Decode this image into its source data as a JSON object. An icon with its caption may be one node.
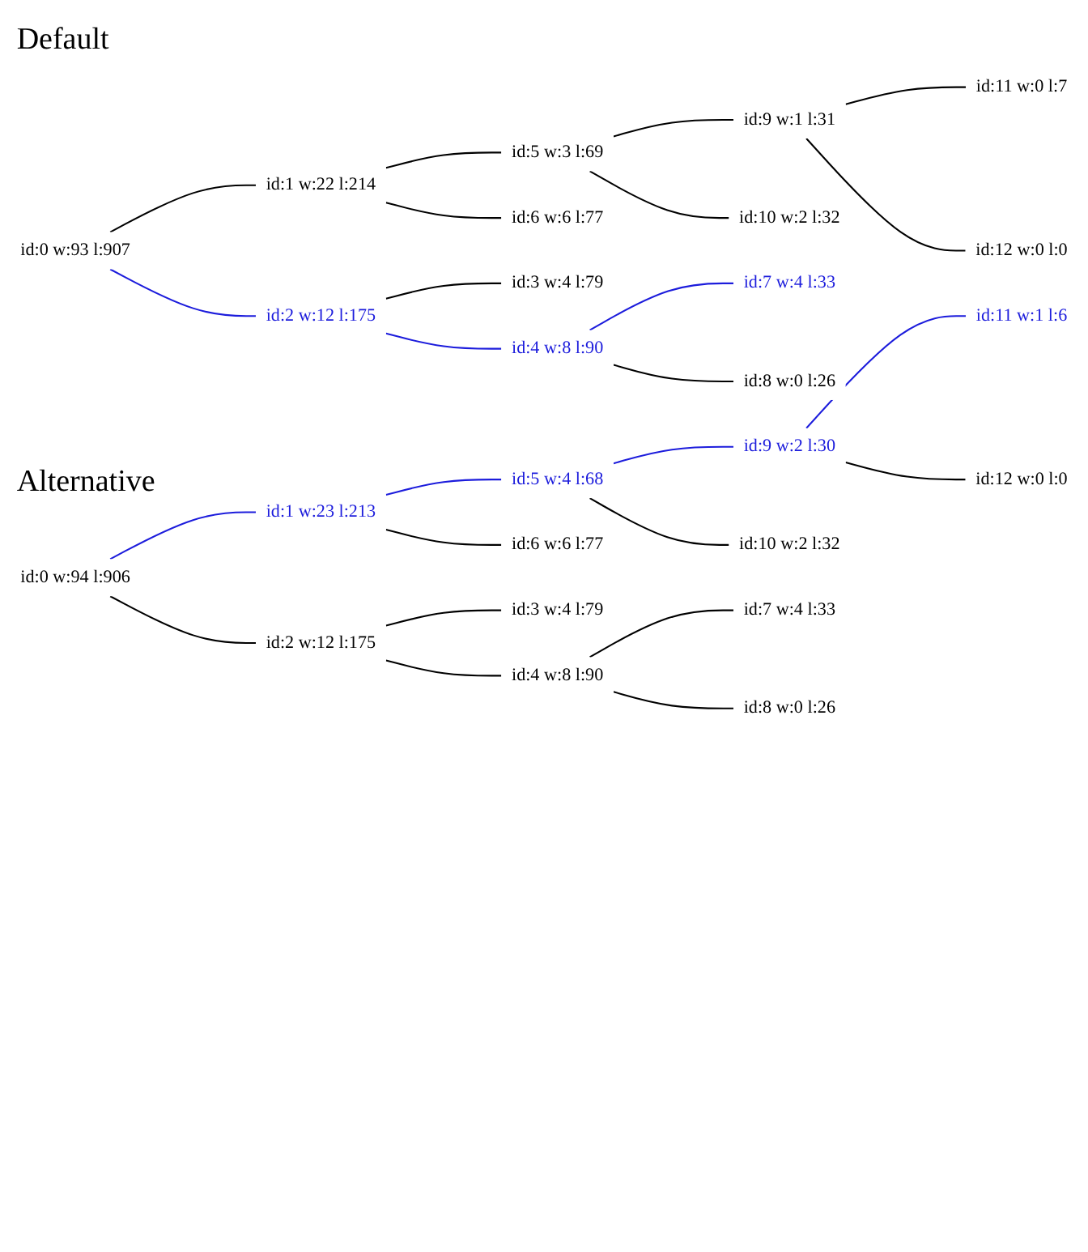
{
  "diagram": {
    "nodes": [
      {
        "text": [
          "id:0 w:93 l:907"
        ]
      },
      {
        "text": [
          "id:1 w:22 l:214"
        ]
      },
      {
        "text": [
          "id:2 w:12 l:175"
        ]
      },
      {
        "text": [
          "id:3 w:4 l:79"
        ]
      },
      {
        "text": [
          "id:4 w:8 l:90"
        ]
      },
      {
        "text": [
          "id:5 w:3 l:69"
        ]
      },
      {
        "text": [
          "id:6 w:6 l:77"
        ]
      },
      {
        "text": [
          "id:7 w:4 l:33"
        ]
      },
      {
        "text": [
          "id:8 w:0 l:26"
        ]
      },
      {
        "text": [
          "id:9 w:1 l:31"
        ]
      },
      {
        "text": [
          "id:10 w:2 l:32"
        ]
      },
      {
        "text": [
          "id:11 w:0 l:7"
        ]
      },
      {
        "text": [
          "id:12 w:0 l:0"
        ]
      },
      {
        "text": [
          "id:0 w:94 l:906"
        ]
      },
      {
        "text": [
          "id:1 w:23 l:213"
        ]
      },
      {
        "text": [
          "id:2 w:12 l:175"
        ]
      },
      {
        "text": [
          "id:3 w:4 l:79"
        ]
      },
      {
        "text": [
          "id:4 w:8 l:90"
        ]
      },
      {
        "text": [
          "id:5 w:4 l:68"
        ]
      },
      {
        "text": [
          "id:6 w:6 l:77"
        ]
      },
      {
        "text": [
          "id:7 w:4 l:33"
        ]
      },
      {
        "text": [
          "id:8 w:0 l:26"
        ]
      },
      {
        "text": [
          "id:9 w:2 l:30"
        ]
      },
      {
        "text": [
          "id:10 w:2 l:32"
        ]
      },
      {
        "text": [
          "id:11 w:1 l:6"
        ]
      },
      {
        "text": [
          "id:12 w:0 l:0"
        ]
      }
    ],
    "edges": [
      {
        "from": 0,
        "to": 1,
        "arrow": "none"
      },
      {
        "from": 0,
        "to": 2,
        "arrow": "none",
        "color": "#1c1cdc"
      },
      {
        "from": 1,
        "to": 5,
        "arrow": "none"
      },
      {
        "from": 1,
        "to": 6,
        "arrow": "none"
      },
      {
        "from": 2,
        "to": 3,
        "arrow": "none"
      },
      {
        "from": 2,
        "to": 4,
        "arrow": "none",
        "color": "#1c1cdc"
      },
      {
        "from": 5,
        "to": 9,
        "arrow": "none"
      },
      {
        "from": 5,
        "to": 10,
        "arrow": "none"
      },
      {
        "from": 4,
        "to": 7,
        "arrow": "none",
        "color": "#1c1cdc"
      },
      {
        "from": 4,
        "to": 8,
        "arrow": "none"
      },
      {
        "from": 9,
        "to": 11,
        "arrow": "none"
      },
      {
        "from": 9,
        "to": 12,
        "arrow": "none"
      },
      {
        "from": 13,
        "to": 14,
        "arrow": "none",
        "color": "#1c1cdc"
      },
      {
        "from": 13,
        "to": 15,
        "arrow": "none"
      },
      {
        "from": 14,
        "to": 18,
        "arrow": "none",
        "color": "#1c1cdc"
      },
      {
        "from": 14,
        "to": 19,
        "arrow": "none"
      },
      {
        "from": 15,
        "to": 16,
        "arrow": "none"
      },
      {
        "from": 15,
        "to": 17,
        "arrow": "none"
      },
      {
        "from": 18,
        "to": 22,
        "arrow": "none",
        "color": "#1c1cdc"
      },
      {
        "from": 18,
        "to": 23,
        "arrow": "none"
      },
      {
        "from": 17,
        "to": 20,
        "arrow": "none"
      },
      {
        "from": 17,
        "to": 21,
        "arrow": "none"
      },
      {
        "from": 22,
        "to": 24,
        "arrow": "none",
        "color": "#1c1cdc"
      },
      {
        "from": 22,
        "to": 25,
        "arrow": "none"
      }
    ],
    "labels": [
      "Default",
      "Alternative"
    ]
  }
}
